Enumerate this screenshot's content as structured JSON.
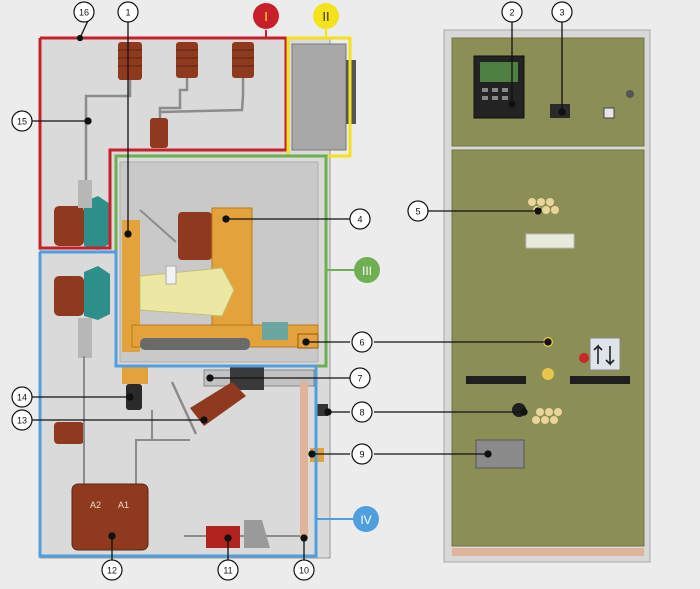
{
  "colors": {
    "background": "#ececec",
    "frame": "#d8d8d8",
    "panel": "#8b8f56",
    "panel_dark": "#6f7342",
    "zone_I": "#c8202a",
    "zone_II": "#f4e21c",
    "zone_III": "#6fae52",
    "zone_IV": "#4f9fde",
    "insulator": "#8f3a1f",
    "breaker": "#e3a23c",
    "interrupter": "#ece8a4",
    "copper_bar": "#e0b49a",
    "wire": "#8c8c8c"
  },
  "zones": {
    "I": {
      "label": "I"
    },
    "II": {
      "label": "II"
    },
    "III": {
      "label": "III"
    },
    "IV": {
      "label": "IV"
    }
  },
  "callouts": {
    "c1": "1",
    "c2": "2",
    "c3": "3",
    "c4": "4",
    "c5": "5",
    "c6": "6",
    "c7": "7",
    "c8": "8",
    "c9": "9",
    "c10": "10",
    "c11": "11",
    "c12": "12",
    "c13": "13",
    "c14": "14",
    "c15": "15",
    "c16": "16"
  },
  "labels": {
    "ct_a2": "A2",
    "ct_a1": "A1"
  }
}
